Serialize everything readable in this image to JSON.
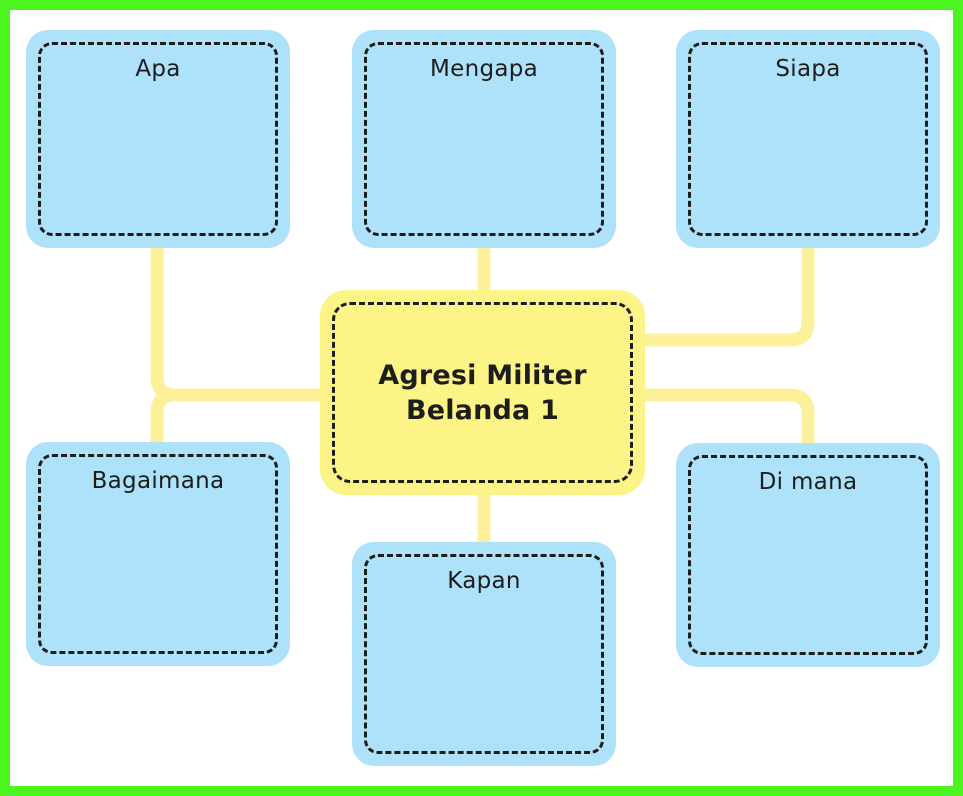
{
  "diagram": {
    "type": "mind-map",
    "title": "Agresi Militer Belanda 1",
    "language": "id",
    "frame_color": "#4df520",
    "background_color": "#ffffff",
    "connector_color": "#fdf09a",
    "center_fill": "#fcf486",
    "branch_fill": "#ade2fa",
    "border_style": "dashed",
    "border_color": "#1d1d1b",
    "center": {
      "label": "Agresi Militer\nBelanda 1",
      "line1": "Agresi Militer",
      "line2": "Belanda 1"
    },
    "branches": [
      {
        "id": "apa",
        "label": "Apa",
        "position": "top-left"
      },
      {
        "id": "mengapa",
        "label": "Mengapa",
        "position": "top-center"
      },
      {
        "id": "siapa",
        "label": "Siapa",
        "position": "top-right"
      },
      {
        "id": "bagaimana",
        "label": "Bagaimana",
        "position": "bottom-left"
      },
      {
        "id": "dimana",
        "label": "Di mana",
        "position": "bottom-right"
      },
      {
        "id": "kapan",
        "label": "Kapan",
        "position": "bottom-center"
      }
    ],
    "connections": [
      {
        "from": "center",
        "to": "apa"
      },
      {
        "from": "center",
        "to": "mengapa"
      },
      {
        "from": "center",
        "to": "siapa"
      },
      {
        "from": "center",
        "to": "bagaimana"
      },
      {
        "from": "center",
        "to": "dimana"
      },
      {
        "from": "center",
        "to": "kapan"
      }
    ]
  }
}
